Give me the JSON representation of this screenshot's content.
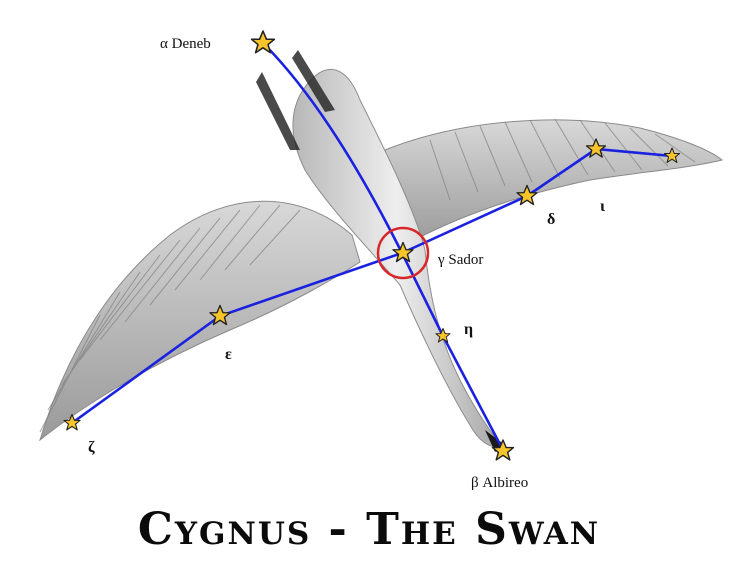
{
  "title": "Cygnus - The Swan",
  "stars": {
    "deneb": "α Deneb",
    "sador": "γ Sador",
    "albireo": "β Albireo",
    "delta": "δ",
    "iota": "ι",
    "epsilon": "ε",
    "eta": "η",
    "zeta": "ζ"
  },
  "colors": {
    "line": "#1a22e0",
    "star_fill": "#f7c52a",
    "star_stroke": "#222222",
    "highlight_ring": "#d8262a"
  }
}
